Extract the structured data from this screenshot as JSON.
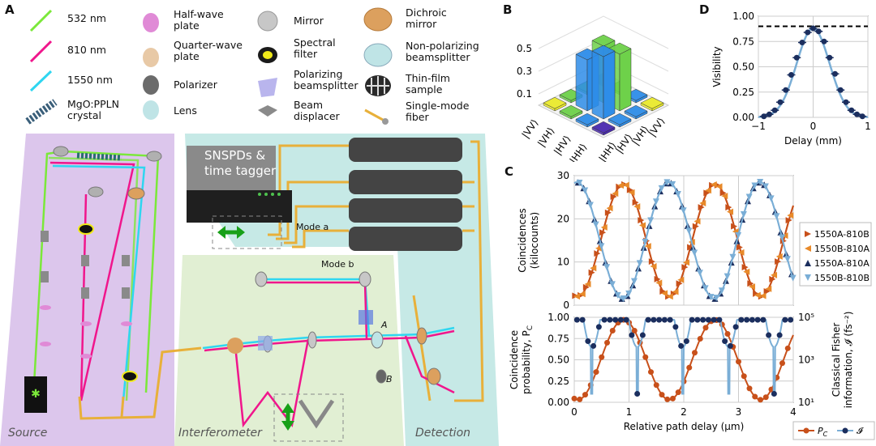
{
  "panels": {
    "a": "A",
    "b": "B",
    "c": "C",
    "d": "D"
  },
  "legend": {
    "laser_532": "532 nm",
    "laser_810": "810 nm",
    "laser_1550": "1550 nm",
    "crystal": "MgO:PPLN\ncrystal",
    "half_wave": "Half-wave\nplate",
    "quarter_wave": "Quarter-wave\nplate",
    "polarizer": "Polarizer",
    "lens": "Lens",
    "mirror": "Mirror",
    "spectral_filter": "Spectral\nfilter",
    "pbs": "Polarizing\nbeamsplitter",
    "beam_displacer": "Beam\ndisplacer",
    "dichroic": "Dichroic\nmirror",
    "npbs": "Non-polarizing\nbeamsplitter",
    "thin_film": "Thin-film\nsample",
    "fiber": "Single-mode\nfiber"
  },
  "colors": {
    "green": "#7be83a",
    "magenta": "#f0168c",
    "cyan": "#2fd6f0",
    "source_bg": "#dcc6ec",
    "detect_bg": "#c6e9e6",
    "interf_bg": "#e1efd3",
    "fiber": "#e8b03a",
    "bar_blue": "#2e8de8",
    "bar_green": "#6ed14a",
    "bar_yellow": "#eaea2c",
    "bar_purple": "#4a2ab0",
    "orange": "#c8501a",
    "navy": "#1b2e5e",
    "lightblue": "#7aaed6"
  },
  "regions": {
    "source": "Source",
    "interferometer": "Interferometer",
    "detection": "Detection",
    "snspd": "SNSPDs &\ntime tagger",
    "mode_a": "Mode a",
    "mode_b": "Mode b",
    "label_A": "A",
    "label_B": "B"
  },
  "chart_data": [
    {
      "panel": "B",
      "type": "bar",
      "categories_x": [
        "|HH⟩",
        "|HV⟩",
        "|VH⟩",
        "|VV⟩"
      ],
      "categories_y": [
        "|HH⟩",
        "|HV⟩",
        "|VH⟩",
        "|VV⟩"
      ],
      "z_ticks": [
        "0.1",
        "0.3",
        "0.5"
      ],
      "values": [
        [
          0.02,
          0.02,
          0.02,
          0.02
        ],
        [
          0.02,
          0.55,
          0.5,
          0.02
        ],
        [
          0.02,
          0.45,
          0.5,
          0.02
        ],
        [
          0.02,
          0.02,
          0.02,
          0.02
        ]
      ]
    },
    {
      "panel": "D",
      "type": "scatter",
      "xlabel": "Delay (mm)",
      "ylabel": "Visibility",
      "xlim": [
        -1,
        1
      ],
      "ylim": [
        0,
        1
      ],
      "x_ticks": [
        "−1",
        "0",
        "1"
      ],
      "y_ticks": [
        "0.00",
        "0.25",
        "0.50",
        "0.75",
        "1.00"
      ],
      "dashed_level": 0.9,
      "x": [
        -0.9,
        -0.8,
        -0.7,
        -0.6,
        -0.5,
        -0.4,
        -0.3,
        -0.2,
        -0.1,
        0.0,
        0.1,
        0.2,
        0.3,
        0.4,
        0.5,
        0.6,
        0.7,
        0.8,
        0.9
      ],
      "y": [
        0.01,
        0.03,
        0.07,
        0.15,
        0.27,
        0.42,
        0.59,
        0.74,
        0.84,
        0.88,
        0.85,
        0.75,
        0.59,
        0.43,
        0.27,
        0.15,
        0.07,
        0.03,
        0.01
      ]
    },
    {
      "panel": "C-top",
      "type": "line",
      "ylabel": "Coincidences\n(kilocounts)",
      "xlim": [
        0,
        4
      ],
      "ylim": [
        0,
        30
      ],
      "y_ticks": [
        "0",
        "10",
        "20",
        "30"
      ],
      "series": [
        {
          "name": "1550A-810B",
          "period": 1.67,
          "phase": 0.85,
          "amp": 13,
          "offset": 15
        },
        {
          "name": "1550B-810A",
          "period": 1.67,
          "phase": 0.85,
          "amp": 13,
          "offset": 15
        },
        {
          "name": "1550A-810A",
          "period": 1.67,
          "phase": 0.0,
          "amp": 13.5,
          "offset": 15
        },
        {
          "name": "1550B-810B",
          "period": 1.67,
          "phase": 0.0,
          "amp": 13.5,
          "offset": 15
        }
      ]
    },
    {
      "panel": "C-bottom",
      "type": "line",
      "xlabel": "Relative path delay (μm)",
      "ylabel_left": "Coincidence\nprobability, P",
      "ylabel_left_sub": "C",
      "ylabel_right": "Classical Fisher\ninformation, 𝓘 (fs⁻²)",
      "x_ticks": [
        "0",
        "1",
        "2",
        "3",
        "4"
      ],
      "y_ticks": [
        "0.00",
        "0.25",
        "0.50",
        "0.75",
        "1.00"
      ],
      "right_ticks": [
        "10¹",
        "10³",
        "10⁵"
      ],
      "legend": [
        "P",
        "𝓘"
      ],
      "legend_sub": "C"
    }
  ]
}
